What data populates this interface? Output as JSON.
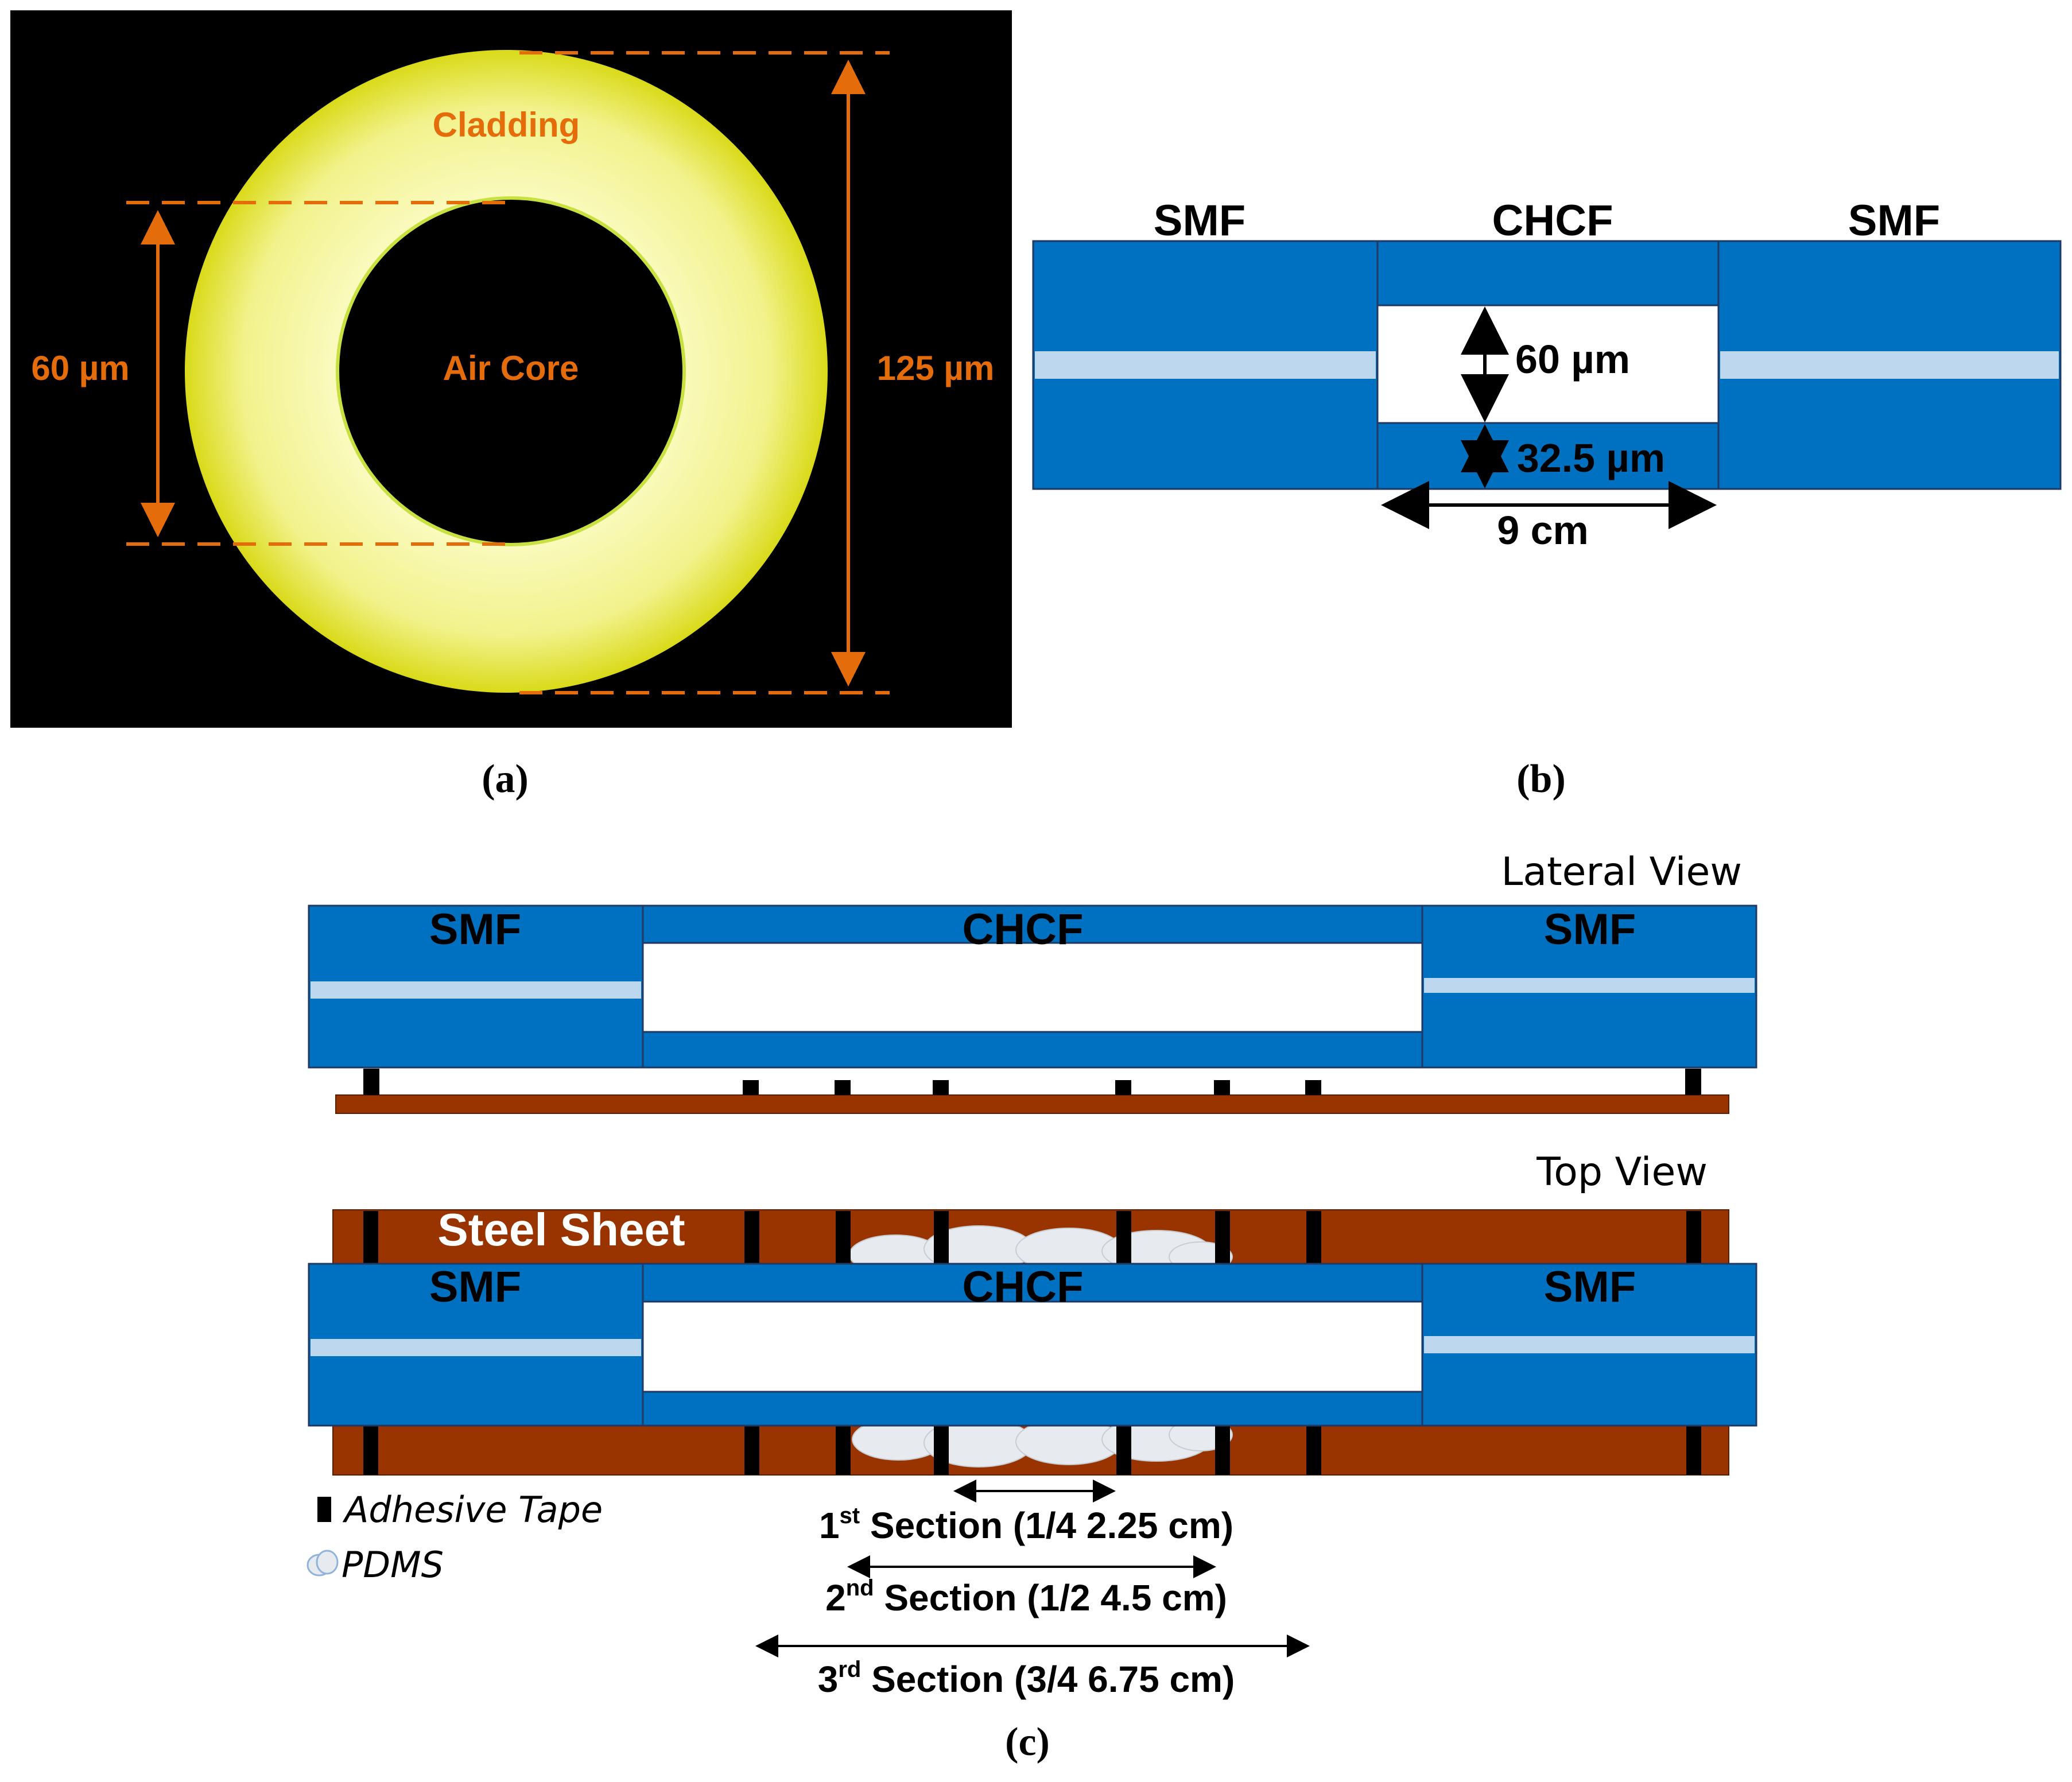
{
  "panel_a": {
    "cladding": "Cladding",
    "air_core": "Air Core",
    "inner_dim": "60 µm",
    "outer_dim": "125 µm",
    "caption": "(a)"
  },
  "panel_b": {
    "smf_left": "SMF",
    "chcf": "CHCF",
    "smf_right": "SMF",
    "core_dim": "60 µm",
    "wall_dim": "32.5 µm",
    "length_dim": "9 cm",
    "caption": "(b)"
  },
  "panel_c": {
    "lateral_view": "Lateral View",
    "top_view": "Top View",
    "steel_sheet": "Steel Sheet",
    "lat_smf_left": "SMF",
    "lat_chcf": "CHCF",
    "lat_smf_right": "SMF",
    "top_smf_left": "SMF",
    "top_chcf": "CHCF",
    "top_smf_right": "SMF",
    "legend_tape": "Adhesive Tape",
    "legend_pdms": "PDMS",
    "section1": {
      "ord": "1",
      "sup": "st",
      "text": " Section (1/4  2.25 cm)"
    },
    "section2": {
      "ord": "2",
      "sup": "nd",
      "text": " Section (1/2  4.5 cm)"
    },
    "section3": {
      "ord": "3",
      "sup": "rd",
      "text": " Section (3/4  6.75 cm)"
    },
    "caption": "(c)"
  },
  "colors": {
    "fiber_blue": "#0070C0",
    "core_light": "#BDD7EE",
    "steel_brown": "#993300",
    "dimension_orange": "#E46C0A",
    "cladding_yellow": "#F5F57A",
    "tape_black": "#000000",
    "pdms_white": "#E7EBF0"
  }
}
